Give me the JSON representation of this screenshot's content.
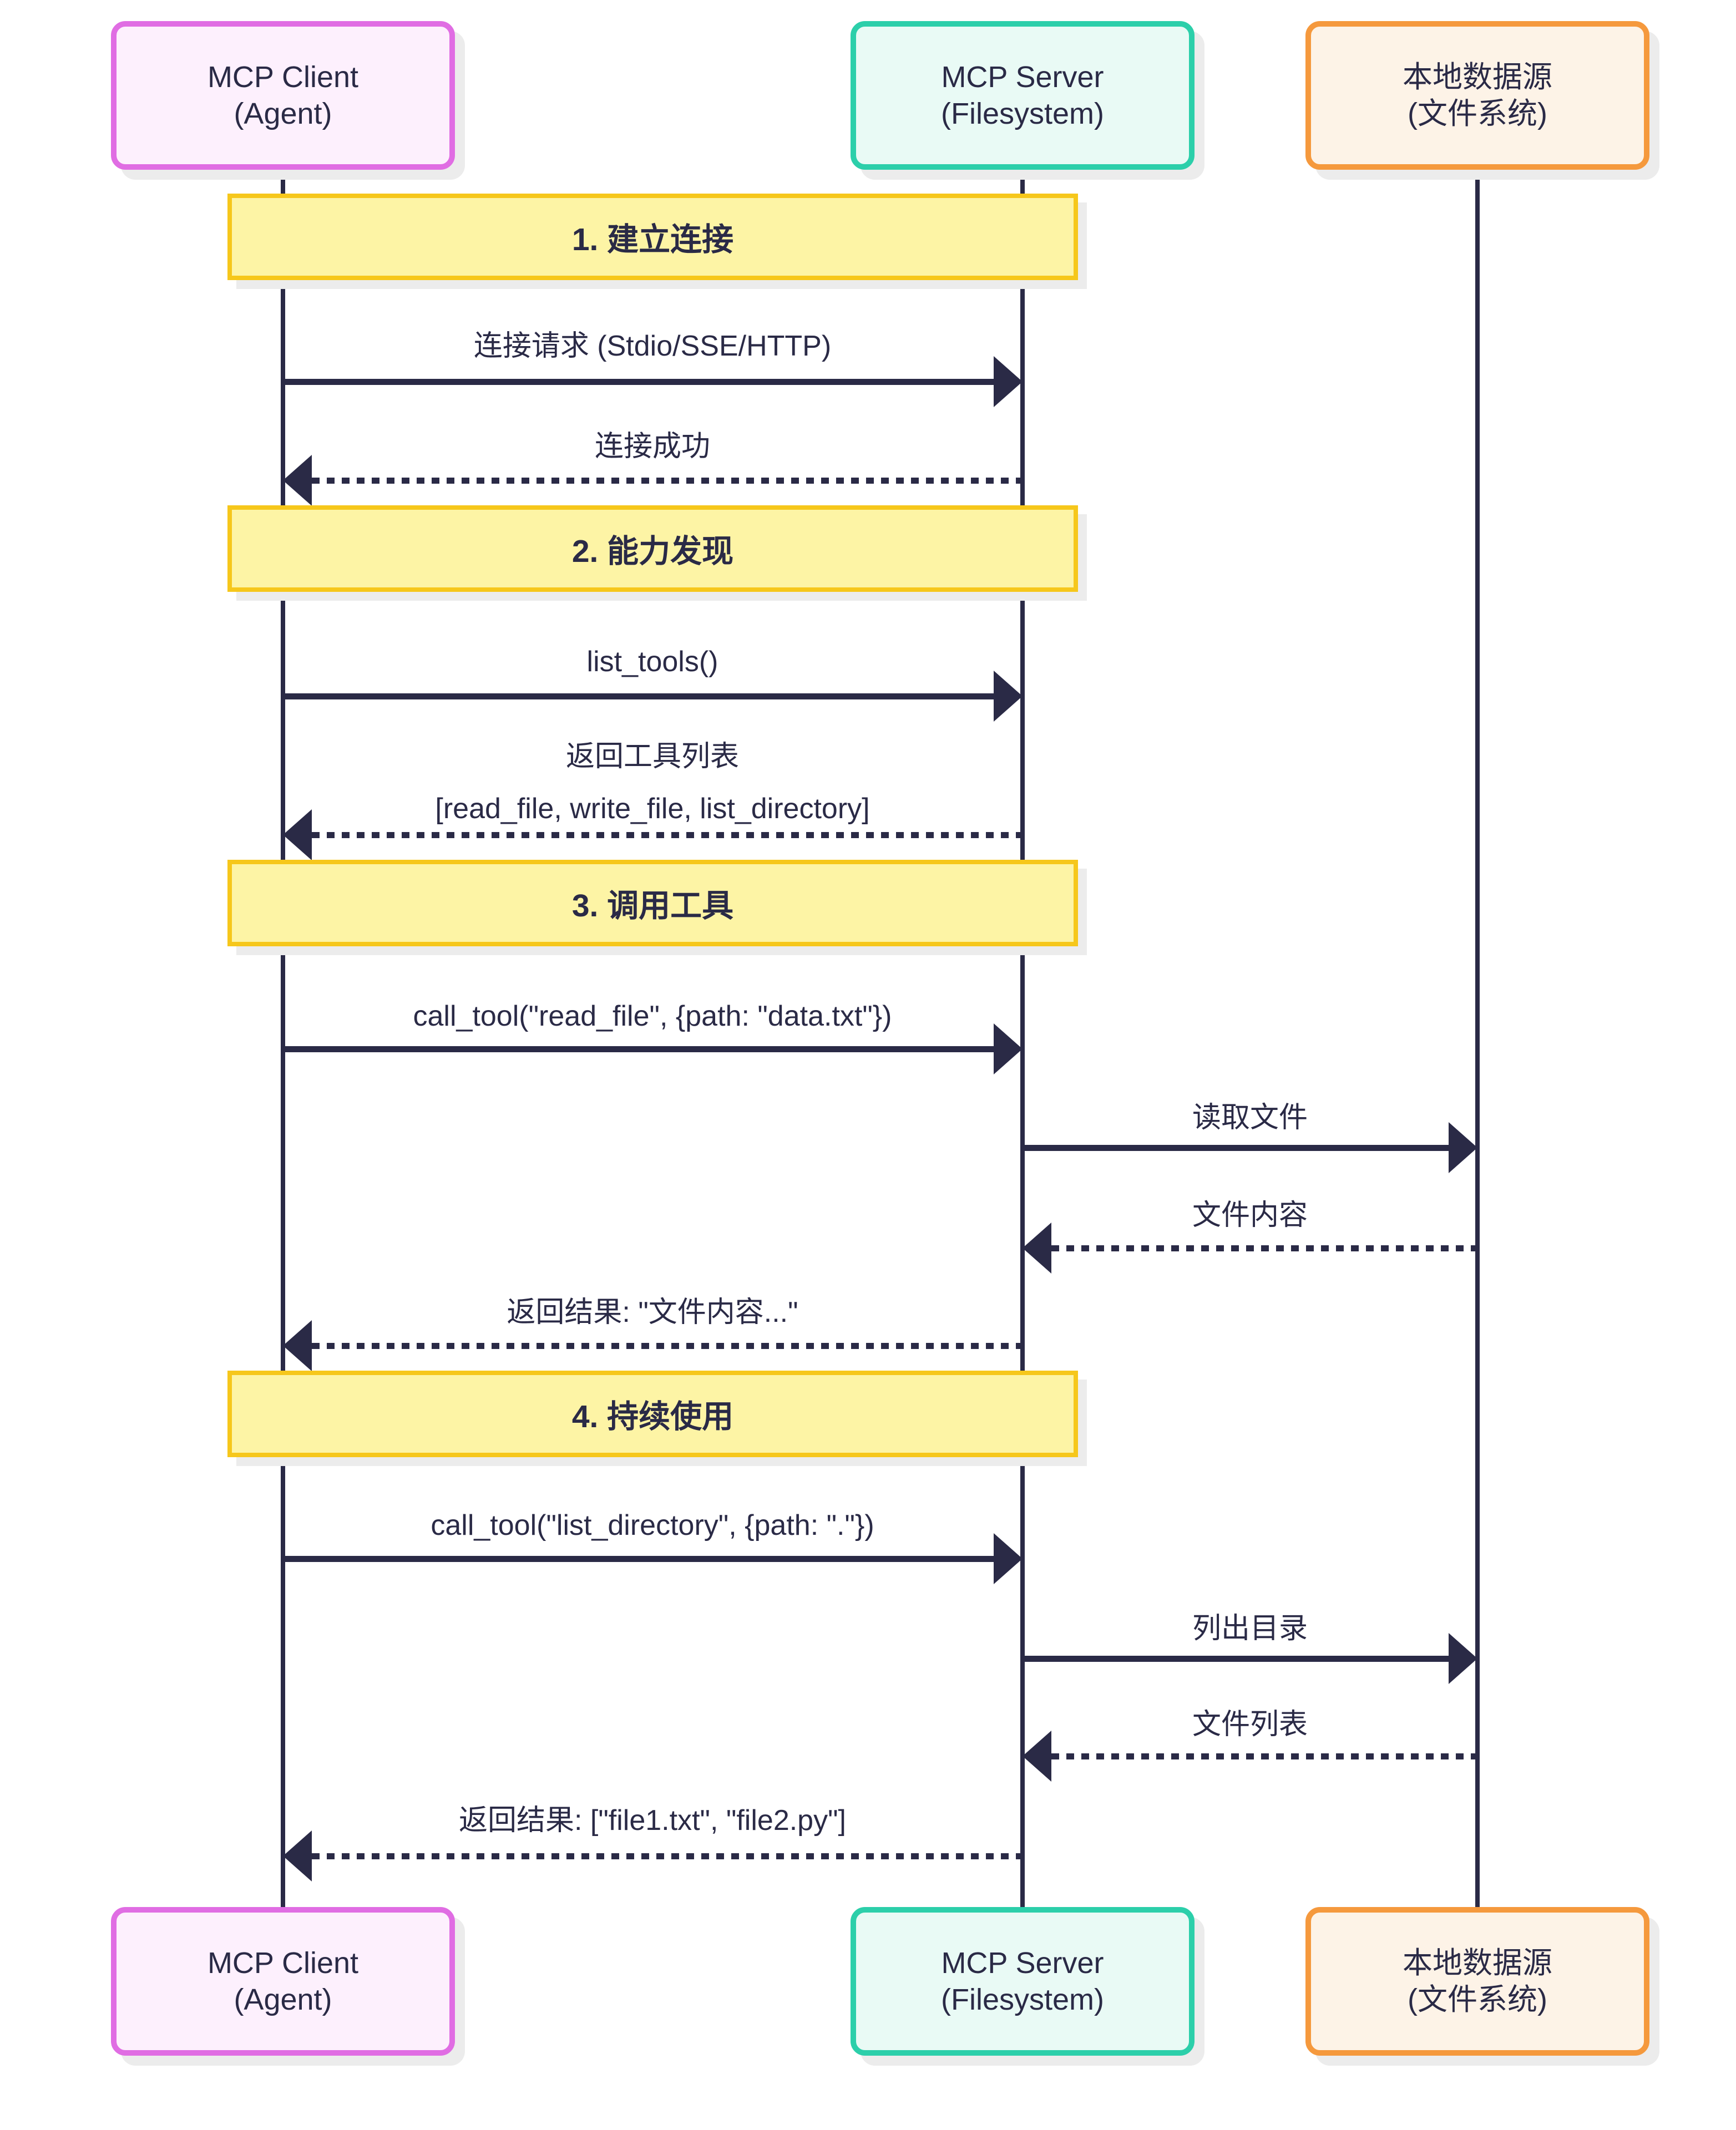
{
  "actors": [
    {
      "id": "client",
      "name_line1": "MCP Client",
      "name_line2": "(Agent)",
      "fill": "#fdf0fd",
      "border": "#e06de3"
    },
    {
      "id": "server",
      "name_line1": "MCP Server",
      "name_line2": "(Filesystem)",
      "fill": "#e9faf5",
      "border": "#2ccfaa"
    },
    {
      "id": "datasource",
      "name_line1": "本地数据源",
      "name_line2": "(文件系统)",
      "fill": "#fdf3e7",
      "border": "#f5993d"
    }
  ],
  "sections": [
    {
      "label": "1. 建立连接"
    },
    {
      "label": "2. 能力发现"
    },
    {
      "label": "3. 调用工具"
    },
    {
      "label": "4. 持续使用"
    }
  ],
  "messages": [
    {
      "text": "连接请求 (Stdio/SSE/HTTP)",
      "from": "MCP Client (Agent)",
      "to": "MCP Server (Filesystem)",
      "line": "solid"
    },
    {
      "text": "连接成功",
      "from": "MCP Server (Filesystem)",
      "to": "MCP Client (Agent)",
      "line": "dotted"
    },
    {
      "text": "list_tools()",
      "from": "MCP Client (Agent)",
      "to": "MCP Server (Filesystem)",
      "line": "solid"
    },
    {
      "text": "返回工具列表\n[read_file, write_file, list_directory]",
      "from": "MCP Server (Filesystem)",
      "to": "MCP Client (Agent)",
      "line": "dotted"
    },
    {
      "text": "call_tool(\"read_file\", {path: \"data.txt\"})",
      "from": "MCP Client (Agent)",
      "to": "MCP Server (Filesystem)",
      "line": "solid"
    },
    {
      "text": "读取文件",
      "from": "MCP Server (Filesystem)",
      "to": "本地数据源 (文件系统)",
      "line": "solid"
    },
    {
      "text": "文件内容",
      "from": "本地数据源 (文件系统)",
      "to": "MCP Server (Filesystem)",
      "line": "dotted"
    },
    {
      "text": "返回结果: \"文件内容...\"",
      "from": "MCP Server (Filesystem)",
      "to": "MCP Client (Agent)",
      "line": "dotted"
    },
    {
      "text": "call_tool(\"list_directory\", {path: \".\"})",
      "from": "MCP Client (Agent)",
      "to": "MCP Server (Filesystem)",
      "line": "solid"
    },
    {
      "text": "列出目录",
      "from": "MCP Server (Filesystem)",
      "to": "本地数据源 (文件系统)",
      "line": "solid"
    },
    {
      "text": "文件列表",
      "from": "本地数据源 (文件系统)",
      "to": "MCP Server (Filesystem)",
      "line": "dotted"
    },
    {
      "text": "返回结果: [\"file1.txt\", \"file2.py\"]",
      "from": "MCP Server (Filesystem)",
      "to": "MCP Client (Agent)",
      "line": "dotted"
    }
  ],
  "colors": {
    "ink": "#2a2a46",
    "background": "#ffffff",
    "note_fill": "#fdf4a5",
    "note_border": "#f6c71b",
    "client_fill": "#fdf0fd",
    "client_border": "#e06de3",
    "server_fill": "#e9faf5",
    "server_border": "#2ccfaa",
    "datasource_fill": "#fdf3e7",
    "datasource_border": "#f5993d",
    "shadow": "#ececec"
  }
}
